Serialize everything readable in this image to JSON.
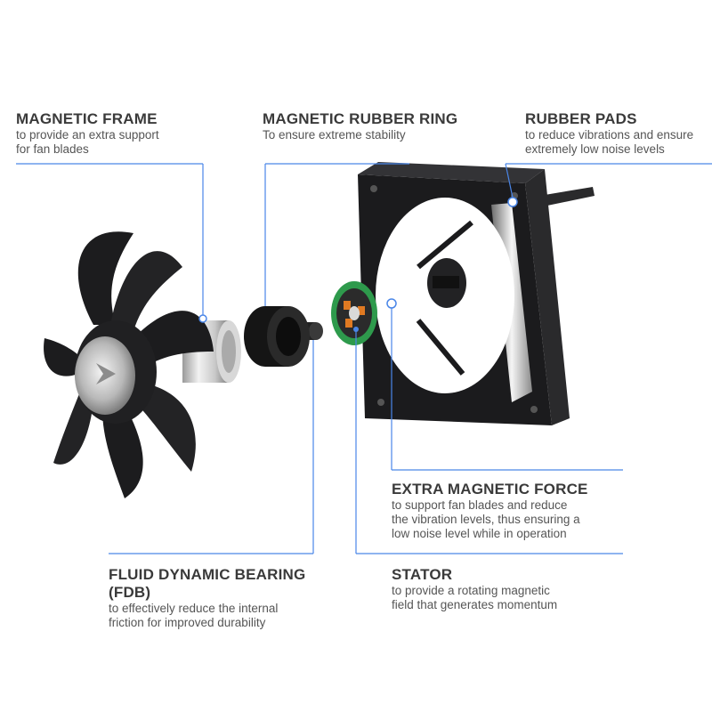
{
  "colors": {
    "leader_line": "#4a86e8",
    "heading": "#3a3a3a",
    "body_text": "#555555",
    "fan_black": "#1c1c1e",
    "stator_green": "#2e9a4c",
    "stator_orange": "#e07a22"
  },
  "callouts": {
    "magnetic_frame": {
      "title": "MAGNETIC FRAME",
      "description": "to provide an extra support\nfor fan blades"
    },
    "magnetic_rubber_ring": {
      "title": "MAGNETIC RUBBER RING",
      "description": "To ensure extreme stability"
    },
    "rubber_pads": {
      "title": "RUBBER PADS",
      "description": "to reduce vibrations and ensure\nextremely low noise levels"
    },
    "extra_magnetic_force": {
      "title": "EXTRA MAGNETIC FORCE",
      "description": "to support fan blades and reduce\nthe vibration levels, thus ensuring a\nlow noise level while in operation"
    },
    "fluid_dynamic_bearing": {
      "title": "FLUID DYNAMIC BEARING\n(FDB)",
      "description": "to effectively reduce the internal\nfriction for improved durability"
    },
    "stator": {
      "title": "STATOR",
      "description": "to provide a rotating magnetic\nfield that generates momentum"
    }
  }
}
